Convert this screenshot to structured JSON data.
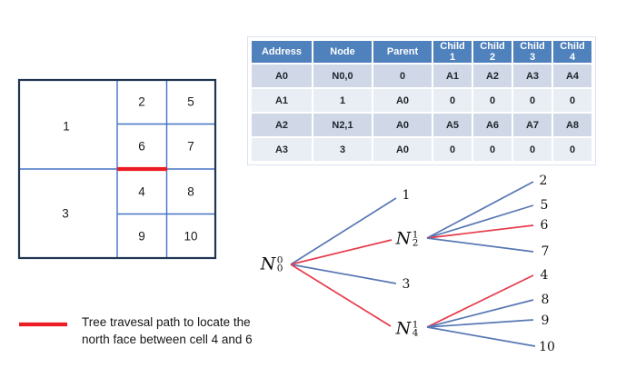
{
  "colors": {
    "table_header_blue": "#4F81BD",
    "table_band_dark": "#D0D8E8",
    "table_band_light": "#E9EDF4",
    "grid_inner_blue": "#4472C4",
    "grid_outer_navy": "#1F3550",
    "highlight_red": "#EC1C24",
    "tree_edge_blue": "#5878B4",
    "tree_edge_red": "#E73B4B"
  },
  "grid": {
    "cells": {
      "c1": "1",
      "c2": "2",
      "c5": "5",
      "c6": "6",
      "c7": "7",
      "c3": "3",
      "c4": "4",
      "c8": "8",
      "c9": "9",
      "c10": "10"
    }
  },
  "table": {
    "headers": [
      "Address",
      "Node",
      "Parent",
      "Child 1",
      "Child 2",
      "Child 3",
      "Child 4"
    ],
    "rows": [
      [
        "A0",
        "N0,0",
        "0",
        "A1",
        "A2",
        "A3",
        "A4"
      ],
      [
        "A1",
        "1",
        "A0",
        "0",
        "0",
        "0",
        "0"
      ],
      [
        "A2",
        "N2,1",
        "A0",
        "A5",
        "A6",
        "A7",
        "A8"
      ],
      [
        "A3",
        "3",
        "A0",
        "0",
        "0",
        "0",
        "0"
      ]
    ]
  },
  "tree": {
    "root": {
      "sym": "N",
      "sub": "0",
      "sup": "0"
    },
    "n2": {
      "sym": "N",
      "sub": "2",
      "sup": "1"
    },
    "n4": {
      "sym": "N",
      "sub": "4",
      "sup": "1"
    },
    "leaves": {
      "l1": "1",
      "l3": "3",
      "l2": "2",
      "l5": "5",
      "l6": "6",
      "l7": "7",
      "l4": "4",
      "l8": "8",
      "l9": "9",
      "l10": "10"
    }
  },
  "legend": {
    "line1": "Tree travesal path to locate the",
    "line2": "north face between cell 4 and 6"
  }
}
